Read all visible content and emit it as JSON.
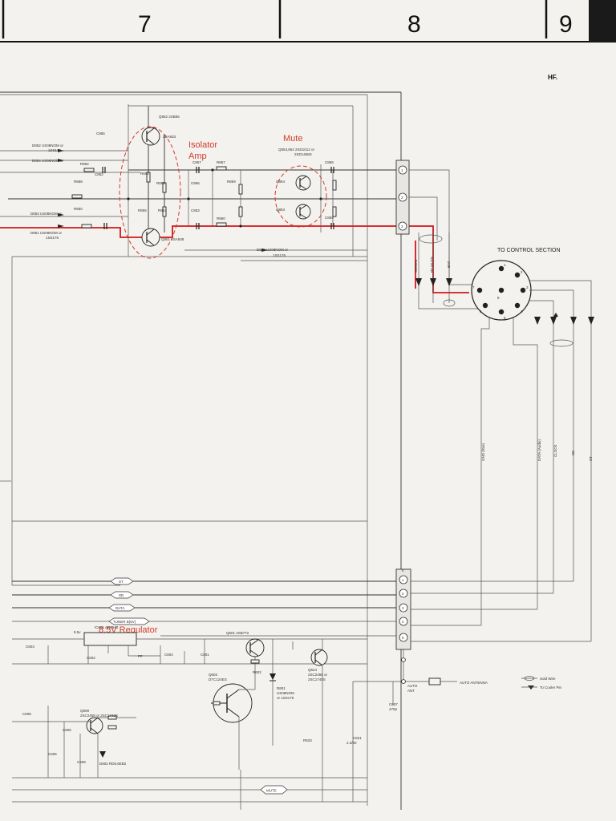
{
  "header": {
    "columns": [
      "7",
      "8",
      "9"
    ],
    "page_mark": "HF."
  },
  "annotations": {
    "isolator_line1": "Isolator",
    "isolator_line2": "Amp",
    "mute": "Mute",
    "regulator": "8.5V Regulator"
  },
  "labels": {
    "to_control_section": "TO CONTROL SECTION",
    "auto_antenna": "AUTO ANTENNA",
    "auto_ant_line1": "AUTO",
    "auto_ant_line2": "ANT",
    "tuner_b": "TUNER B(5V)",
    "mute_tag": "MUTE",
    "v85": "8.5v",
    "fp": "FP"
  },
  "parts": {
    "q852_ref": "Q852 2SB56",
    "q852_val": "2SA933",
    "q851": "Q851 2SA938",
    "mute_parts": "Q853,854 2SD1012 or",
    "mute_alt": "2SD1468S",
    "q854": "Q854",
    "q853": "Q853",
    "d855": "D855 US08NOM or",
    "d855_alt": "1SS176",
    "ic601": "IC601 AN6540",
    "q601": "Q601 2SB772",
    "q602_ref": "Q602",
    "q602_val": "DTC124ES",
    "q624_ref": "Q624",
    "q624_val": "2SC2458 or",
    "q624_alt": "2SC1740S",
    "q609_ref": "Q609",
    "q609_val": "2SC2458 or 2SC1740S",
    "d601_ref": "D601",
    "d601_val": "US08NOM",
    "d601_alt": "or 1SS176",
    "d602": "D602 RD5.6EB2",
    "c621": "C621",
    "c621_val": "2.2/50",
    "c607_ref": "C607",
    "c607_val": "470p",
    "r633": "R633",
    "r854": "R854",
    "r856": "R856",
    "r855": "R855",
    "r853": "R853",
    "r862": "R862",
    "r858": "R858",
    "r850": "R850",
    "r857": "R857",
    "r859": "R859",
    "r860": "R860",
    "c852": "C852",
    "c856": "C856",
    "c853": "C853",
    "c857": "C857",
    "c858": "C858",
    "c859": "C859",
    "c855": "C855",
    "d852": "D852 US08NOM or",
    "d854": "D854 US08NOM or",
    "d853": "D853 US08NOM or",
    "d851": "D851 US08NOM or",
    "d_alt": "1SS176",
    "c603": "C603",
    "c602": "C602",
    "c604": "C604",
    "c601": "C601",
    "c605": "C605",
    "c606": "C606",
    "c608": "C608",
    "c609": "C609",
    "r602": "R602"
  },
  "signals": {
    "ctrl_1": "SIGNAL",
    "ctrl_2": "RF MUTE",
    "ctrl_3": "BAT",
    "bot_1": "GND (Rse)",
    "bot_2": "DATA (Audio)",
    "bot_3": "CLOCK",
    "bot_4": "SD",
    "bot_5": "ST"
  },
  "bus_tags": [
    "ST",
    "SD",
    "DATA"
  ],
  "legend": {
    "item1": "Sold Wire",
    "item2": "To Cooler Pin"
  },
  "connector_pins": {
    "upper": [
      "1",
      "2",
      "3"
    ],
    "lower": [
      "1",
      "2",
      "3",
      "4",
      "5",
      "6"
    ],
    "din": [
      "1",
      "2",
      "3",
      "4",
      "5",
      "6",
      "7",
      "8"
    ]
  }
}
